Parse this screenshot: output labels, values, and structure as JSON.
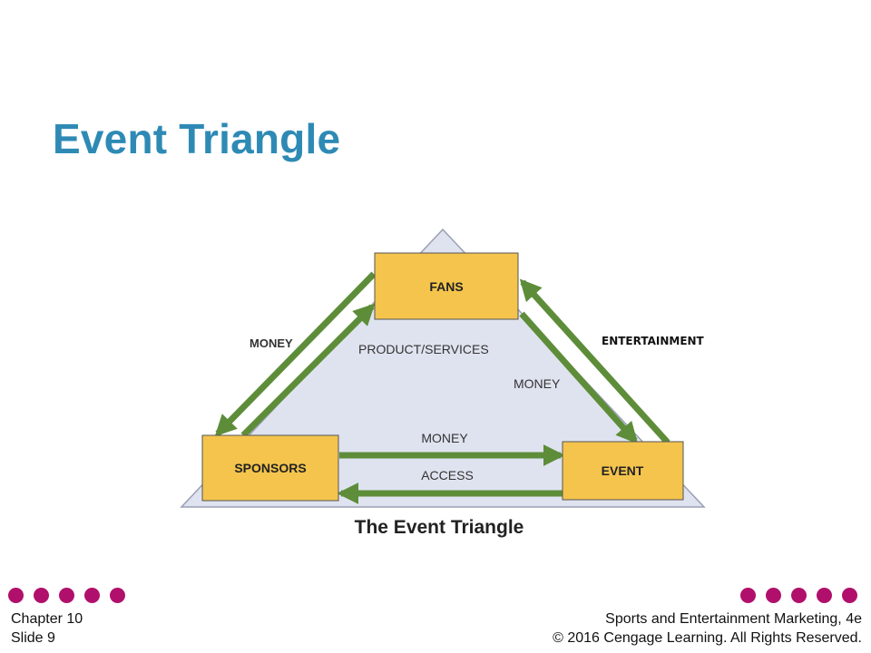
{
  "slide": {
    "title": "Event Triangle"
  },
  "diagram": {
    "caption": "The Event Triangle",
    "nodes": {
      "fans": "FANS",
      "sponsors": "SPONSORS",
      "event": "EVENT"
    },
    "flows": {
      "sponsors_to_fans": "PRODUCT/SERVICES",
      "fans_to_sponsors": "MONEY",
      "fans_to_event": "MONEY",
      "event_to_fans": "ENTERTAINMENT",
      "sponsors_to_event": "MONEY",
      "event_to_sponsors": "ACCESS"
    },
    "colors": {
      "box_fill": "#f4c44d",
      "arrow": "#5e8d3a",
      "triangle_fill": "#dfe3ef"
    }
  },
  "footer": {
    "chapter": "Chapter 10",
    "slide": "Slide 9",
    "book_title": "Sports and Entertainment Marketing, 4e",
    "copyright": "© 2016 Cengage Learning. All Rights Reserved."
  },
  "decoration": {
    "dot_color": "#b0106c"
  }
}
